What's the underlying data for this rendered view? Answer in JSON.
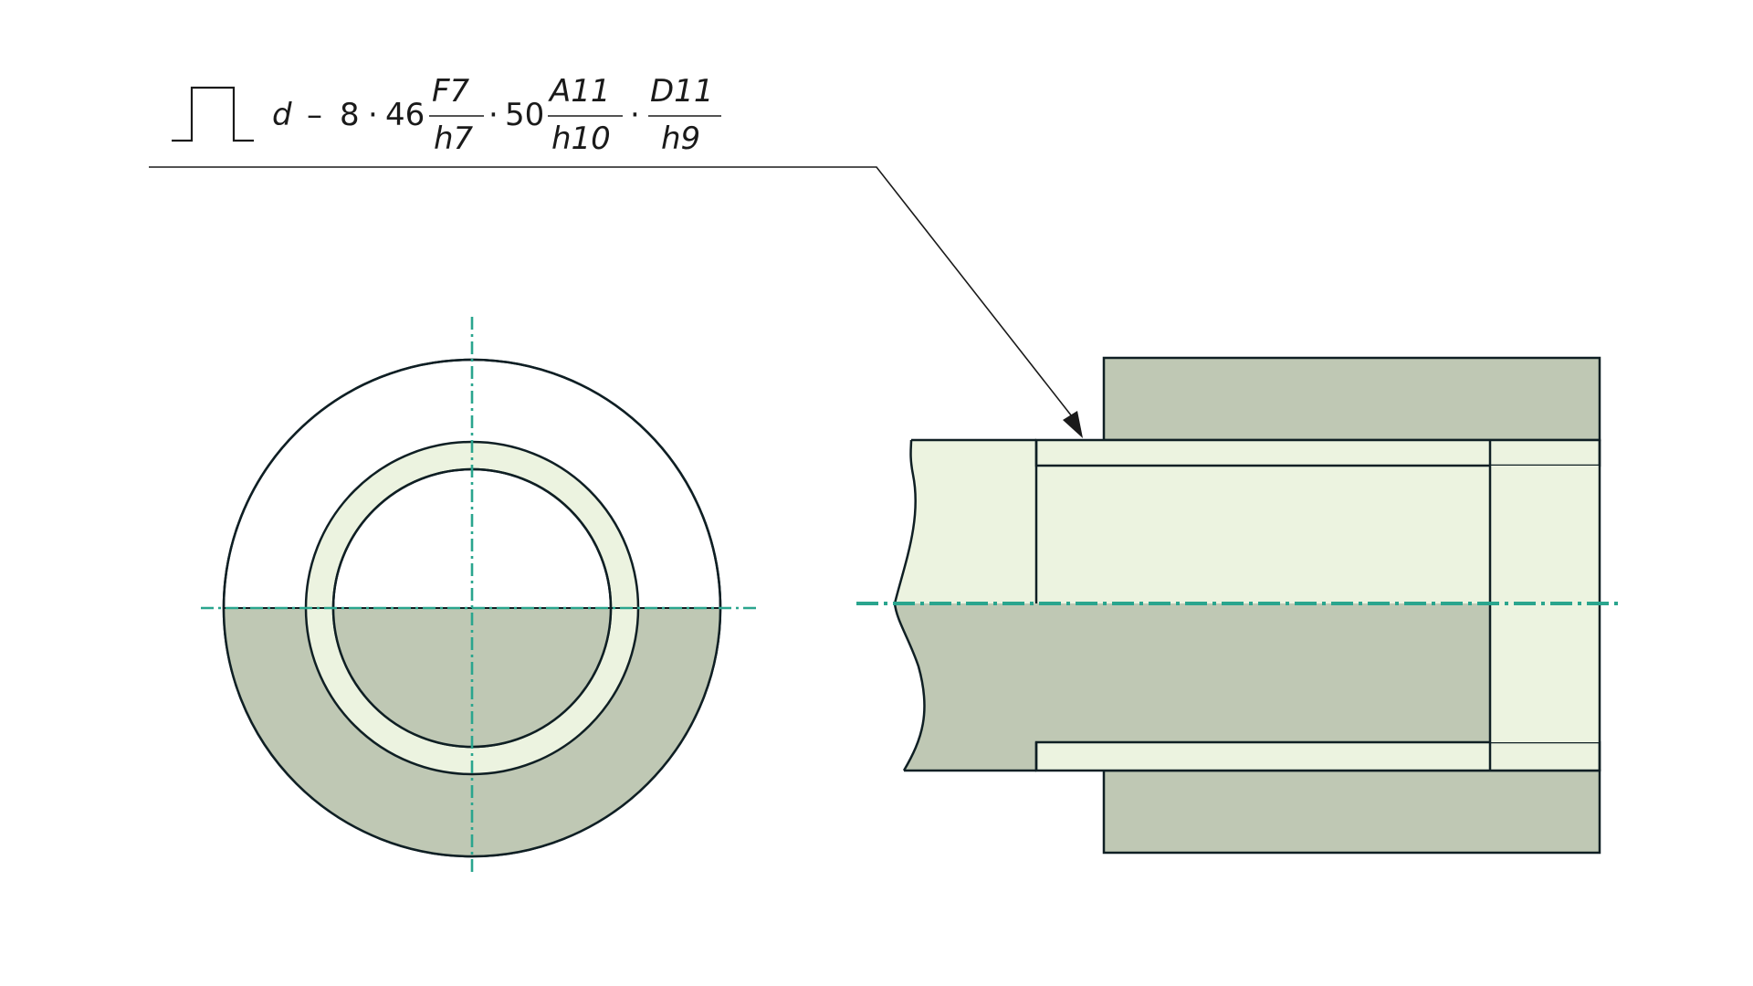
{
  "designation": {
    "d_symbol": "d",
    "minus": "–",
    "count": "8",
    "dot1": "·",
    "inner_diameter": "46",
    "inner_fit_hole": "F7",
    "inner_fit_shaft": "h7",
    "dot2": "·",
    "outer_diameter": "50",
    "outer_fit_hole": "A11",
    "outer_fit_shaft": "h10",
    "dot3": "·",
    "width_fit_hole": "D11",
    "width_fit_shaft": "h9"
  },
  "colors": {
    "outline": "#0f1f24",
    "centerline": "#2aa58e",
    "section_fill": "#bfc8b4",
    "part_fill": "#ecf3e0",
    "background": "#ffffff"
  }
}
